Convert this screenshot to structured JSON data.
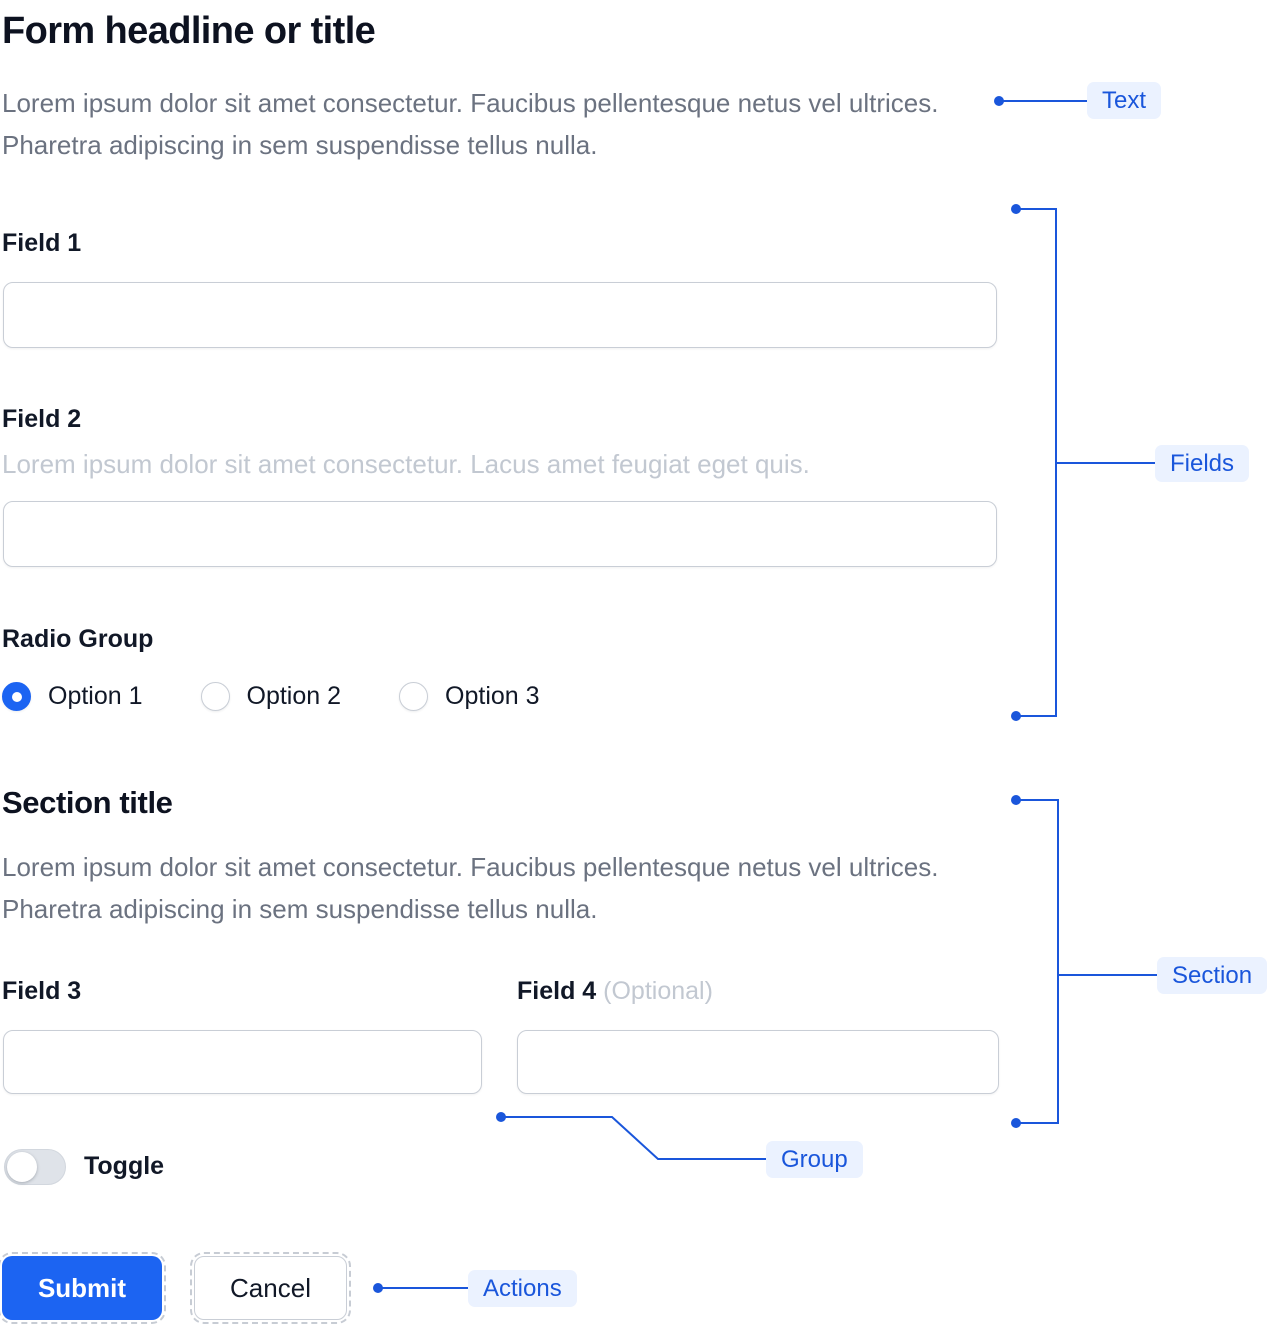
{
  "colors": {
    "accent": "#1C64F2",
    "annotation_line": "#1A56DB",
    "annotation_bg": "#EBF2FF",
    "text_primary": "#111827",
    "text_secondary": "#6B7280",
    "text_muted": "#C2C8D1",
    "input_border": "#C9CED6"
  },
  "form": {
    "title": "Form headline or title",
    "description": "Lorem ipsum dolor sit amet consectetur. Faucibus pellentesque netus vel ultrices. Pharetra adipiscing in sem suspendisse tellus nulla.",
    "field1": {
      "label": "Field 1",
      "value": ""
    },
    "field2": {
      "label": "Field 2",
      "helper": "Lorem ipsum dolor sit amet consectetur. Lacus amet feugiat eget quis.",
      "value": ""
    },
    "radio_group": {
      "label": "Radio Group",
      "options": [
        {
          "label": "Option 1",
          "selected": true
        },
        {
          "label": "Option 2",
          "selected": false
        },
        {
          "label": "Option 3",
          "selected": false
        }
      ]
    },
    "section": {
      "title": "Section title",
      "description": "Lorem ipsum dolor sit amet consectetur. Faucibus pellentesque netus vel ultrices. Pharetra adipiscing in sem suspendisse tellus nulla.",
      "field3": {
        "label": "Field 3",
        "value": ""
      },
      "field4": {
        "label": "Field 4",
        "optional_tag": "(Optional)",
        "value": ""
      }
    },
    "toggle": {
      "label": "Toggle",
      "state": "off"
    },
    "actions": {
      "submit_label": "Submit",
      "cancel_label": "Cancel"
    }
  },
  "annotations": {
    "text_label": "Text",
    "fields_label": "Fields",
    "section_label": "Section",
    "group_label": "Group",
    "actions_label": "Actions"
  }
}
